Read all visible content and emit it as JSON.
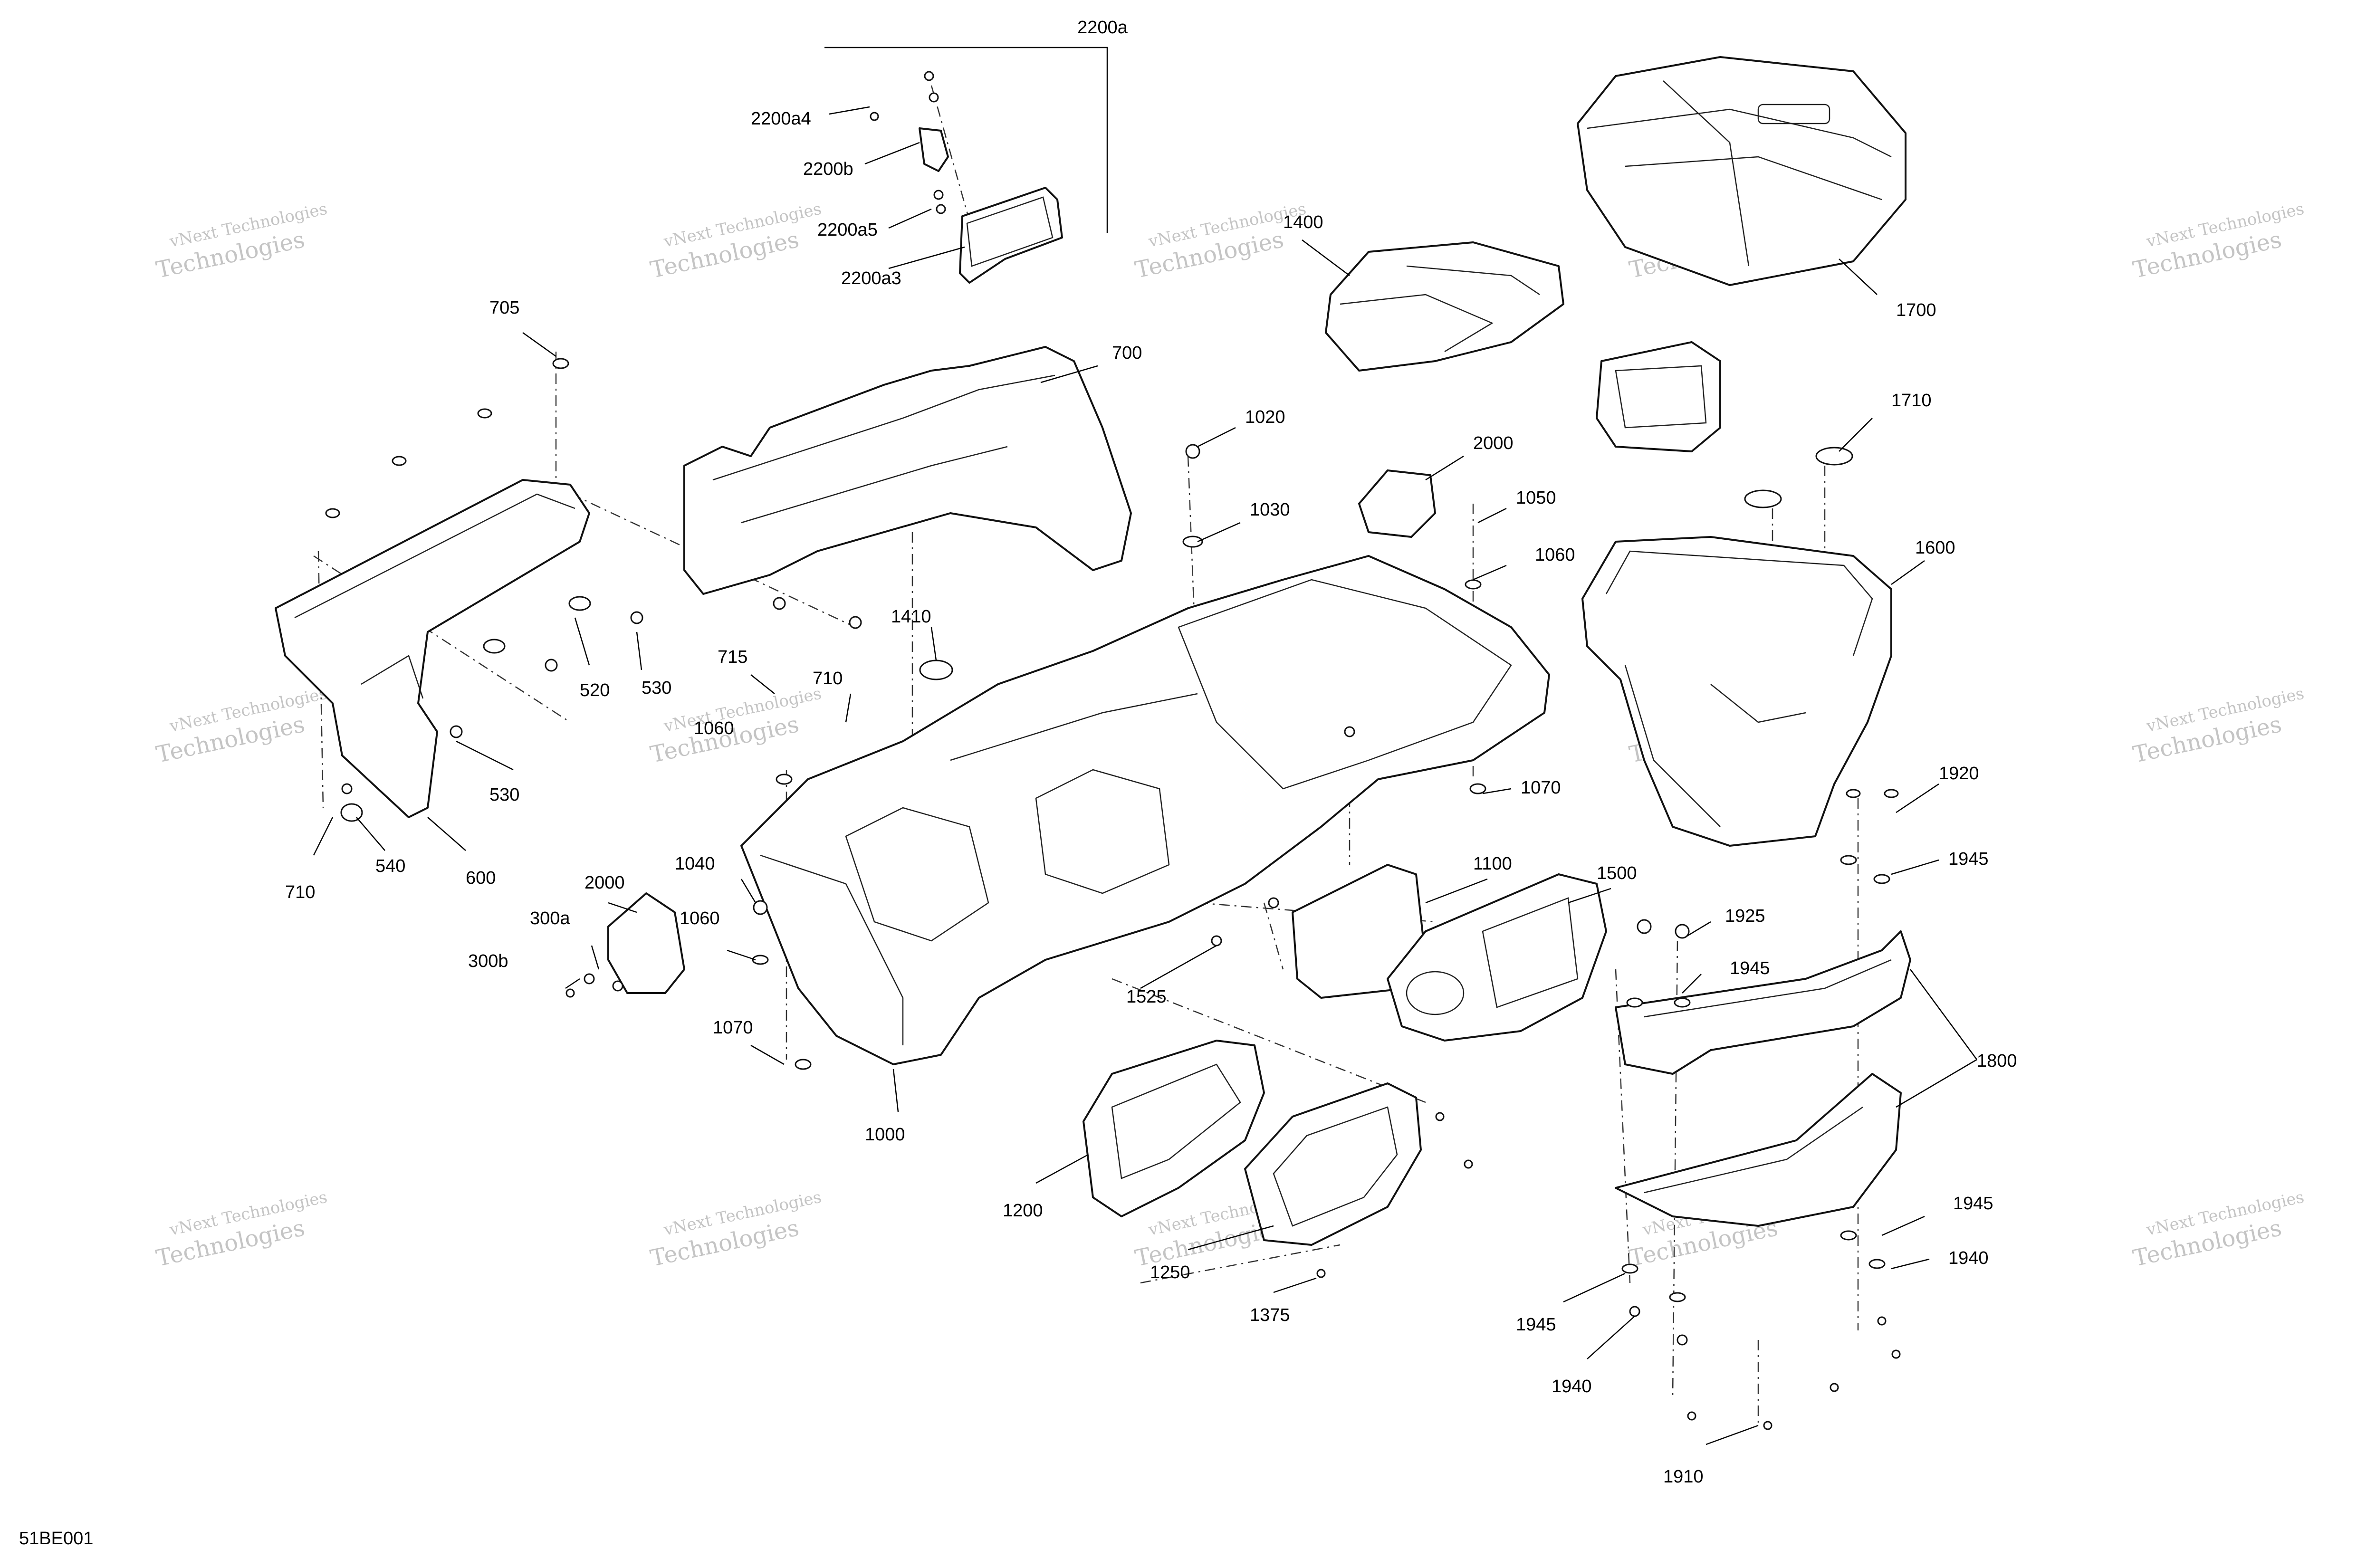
{
  "diagram_id": "51BE001",
  "watermark": {
    "line1": "vNext Technologies",
    "line2": "Technologies"
  },
  "callouts": [
    "2200a",
    "2200a4",
    "2200b",
    "2200a5",
    "2200a3",
    "1400",
    "1700",
    "705",
    "700",
    "1020",
    "2000",
    "1030",
    "1050",
    "1060",
    "1710",
    "1600",
    "1410",
    "715",
    "710",
    "1060",
    "520",
    "530",
    "530",
    "1070",
    "1920",
    "1945",
    "710",
    "540",
    "600",
    "2000",
    "1040",
    "1100",
    "1500",
    "300a",
    "1060",
    "300b",
    "1525",
    "1925",
    "1945",
    "1800",
    "1070",
    "1000",
    "1200",
    "1250",
    "1375",
    "1945",
    "1940",
    "1945",
    "1940",
    "1910"
  ]
}
